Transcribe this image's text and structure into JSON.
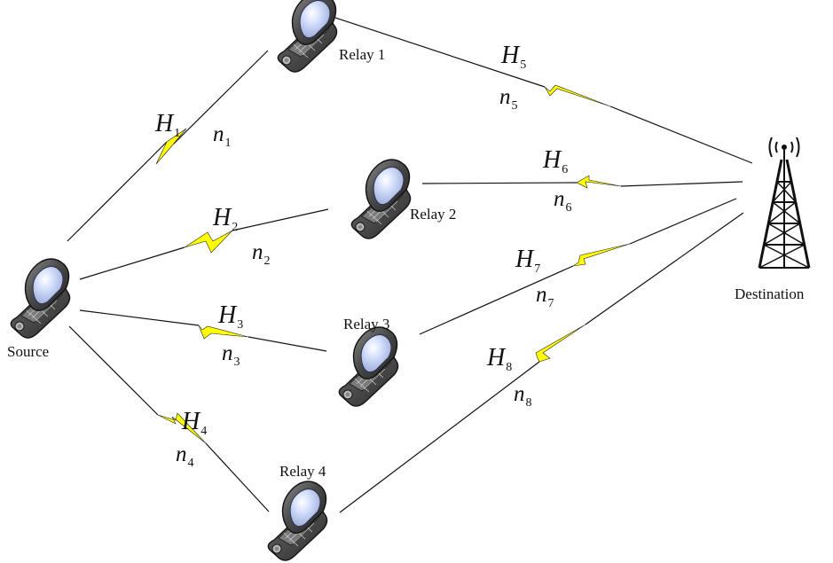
{
  "nodes": {
    "source": "Source",
    "relay1": "Relay 1",
    "relay2": "Relay 2",
    "relay3": "Relay 3",
    "relay4": "Relay 4",
    "destination": "Destination"
  },
  "channels": [
    {
      "symbol": "H",
      "sub": "1"
    },
    {
      "symbol": "H",
      "sub": "2"
    },
    {
      "symbol": "H",
      "sub": "3"
    },
    {
      "symbol": "H",
      "sub": "4"
    },
    {
      "symbol": "H",
      "sub": "5"
    },
    {
      "symbol": "H",
      "sub": "6"
    },
    {
      "symbol": "H",
      "sub": "7"
    },
    {
      "symbol": "H",
      "sub": "8"
    }
  ],
  "noises": [
    {
      "symbol": "n",
      "sub": "1"
    },
    {
      "symbol": "n",
      "sub": "2"
    },
    {
      "symbol": "n",
      "sub": "3"
    },
    {
      "symbol": "n",
      "sub": "4"
    },
    {
      "symbol": "n",
      "sub": "5"
    },
    {
      "symbol": "n",
      "sub": "6"
    },
    {
      "symbol": "n",
      "sub": "7"
    },
    {
      "symbol": "n",
      "sub": "8"
    }
  ],
  "icons": {
    "phone": "mobile-phone-icon",
    "tower": "cell-tower-icon",
    "link": "lightning-link-icon"
  },
  "colors": {
    "link_highlight": "#FFFF00",
    "phone_body": "#4a4a4a",
    "screen": "#b7c3e8"
  }
}
